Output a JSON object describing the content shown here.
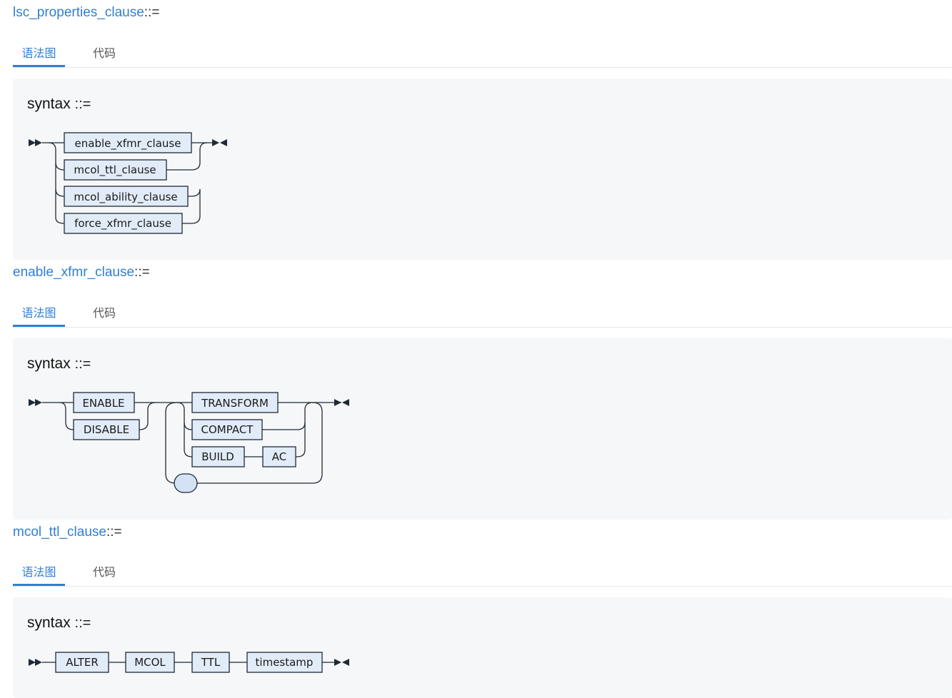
{
  "tabs": {
    "diagram": "语法图",
    "code": "代码"
  },
  "syntax_label": "syntax",
  "syntax_suffix": "::=",
  "rule_suffix": "::=",
  "sections": [
    {
      "name": "lsc_properties_clause",
      "terms": [
        "enable_xfmr_clause",
        "mcol_ttl_clause",
        "mcol_ability_clause",
        "force_xfmr_clause"
      ]
    },
    {
      "name": "enable_xfmr_clause",
      "terms": [
        "ENABLE",
        "DISABLE",
        "TRANSFORM",
        "COMPACT",
        "BUILD",
        "AC"
      ]
    },
    {
      "name": "mcol_ttl_clause",
      "terms": [
        "ALTER",
        "MCOL",
        "TTL",
        "timestamp"
      ]
    }
  ]
}
